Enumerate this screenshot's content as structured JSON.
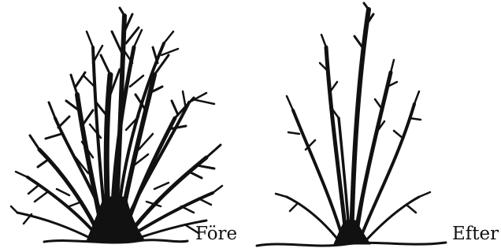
{
  "labels": {
    "before": "Före",
    "after": "Efter"
  },
  "colors": {
    "ink": "#111111",
    "background": "#ffffff"
  },
  "illustrations": [
    {
      "name": "shrub-before-pruning",
      "state": "dense, many crossing branches"
    },
    {
      "name": "shrub-after-pruning",
      "state": "thinned, few upright stems"
    }
  ]
}
